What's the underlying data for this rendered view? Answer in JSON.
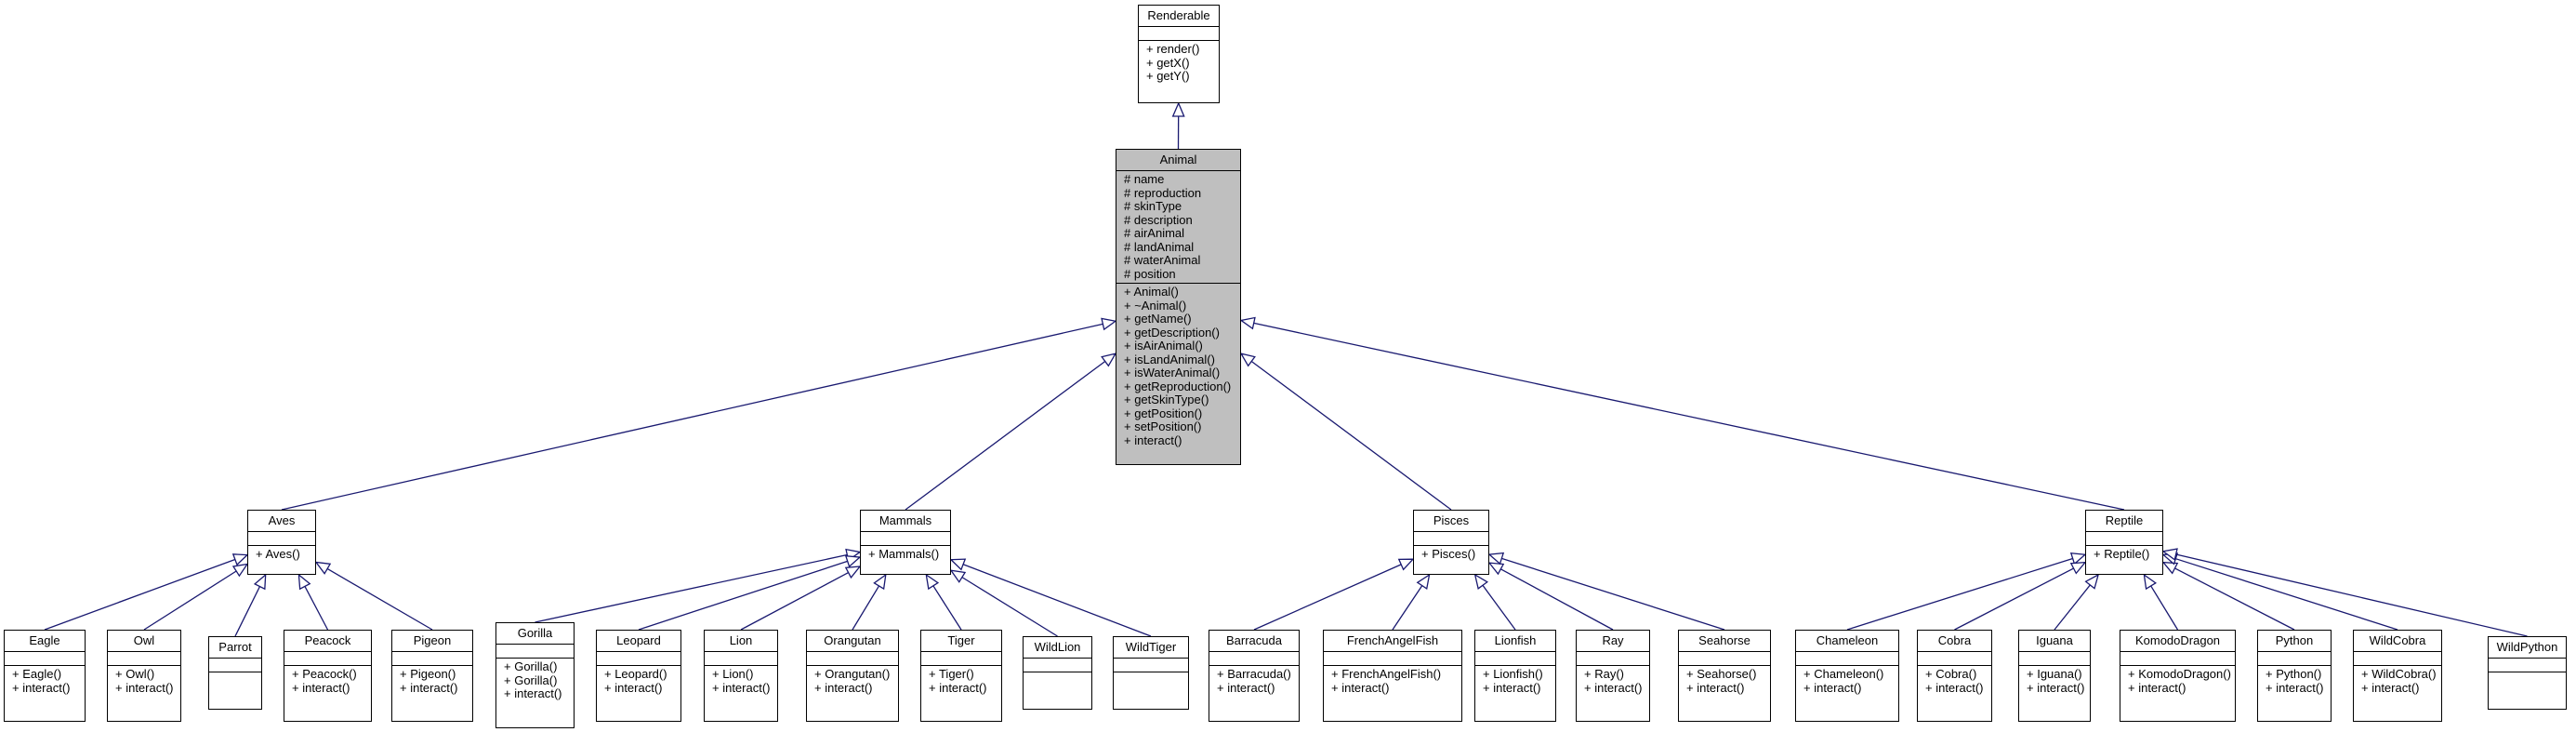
{
  "classes": {
    "renderable": {
      "name": "Renderable",
      "attributes": [],
      "methods": [
        "+ render()",
        "+ getX()",
        "+ getY()"
      ]
    },
    "animal": {
      "name": "Animal",
      "attributes": [
        "# name",
        "# reproduction",
        "# skinType",
        "# description",
        "# airAnimal",
        "# landAnimal",
        "# waterAnimal",
        "# position"
      ],
      "methods": [
        "+ Animal()",
        "+ ~Animal()",
        "+ getName()",
        "+ getDescription()",
        "+ isAirAnimal()",
        "+ isLandAnimal()",
        "+ isWaterAnimal()",
        "+ getReproduction()",
        "+ getSkinType()",
        "+ getPosition()",
        "+ setPosition()",
        "+ interact()"
      ]
    },
    "aves": {
      "name": "Aves",
      "attributes": [],
      "methods": [
        "+ Aves()"
      ]
    },
    "mammals": {
      "name": "Mammals",
      "attributes": [],
      "methods": [
        "+ Mammals()"
      ]
    },
    "pisces": {
      "name": "Pisces",
      "attributes": [],
      "methods": [
        "+ Pisces()"
      ]
    },
    "reptile": {
      "name": "Reptile",
      "attributes": [],
      "methods": [
        "+ Reptile()"
      ]
    },
    "eagle": {
      "name": "Eagle",
      "attributes": [],
      "methods": [
        "+ Eagle()",
        "+ interact()"
      ]
    },
    "owl": {
      "name": "Owl",
      "attributes": [],
      "methods": [
        "+ Owl()",
        "+ interact()"
      ]
    },
    "parrot": {
      "name": "Parrot",
      "attributes": [],
      "methods": []
    },
    "peacock": {
      "name": "Peacock",
      "attributes": [],
      "methods": [
        "+ Peacock()",
        "+ interact()"
      ]
    },
    "pigeon": {
      "name": "Pigeon",
      "attributes": [],
      "methods": [
        "+ Pigeon()",
        "+ interact()"
      ]
    },
    "gorilla": {
      "name": "Gorilla",
      "attributes": [],
      "methods": [
        "+ Gorilla()",
        "+ Gorilla()",
        "+ interact()"
      ]
    },
    "leopard": {
      "name": "Leopard",
      "attributes": [],
      "methods": [
        "+ Leopard()",
        "+ interact()"
      ]
    },
    "lion": {
      "name": "Lion",
      "attributes": [],
      "methods": [
        "+ Lion()",
        "+ interact()"
      ]
    },
    "orangutan": {
      "name": "Orangutan",
      "attributes": [],
      "methods": [
        "+ Orangutan()",
        "+ interact()"
      ]
    },
    "tiger": {
      "name": "Tiger",
      "attributes": [],
      "methods": [
        "+ Tiger()",
        "+ interact()"
      ]
    },
    "wildlion": {
      "name": "WildLion",
      "attributes": [],
      "methods": []
    },
    "wildtiger": {
      "name": "WildTiger",
      "attributes": [],
      "methods": []
    },
    "barracuda": {
      "name": "Barracuda",
      "attributes": [],
      "methods": [
        "+ Barracuda()",
        "+ interact()"
      ]
    },
    "frenchangelfish": {
      "name": "FrenchAngelFish",
      "attributes": [],
      "methods": [
        "+ FrenchAngelFish()",
        "+ interact()"
      ]
    },
    "lionfish": {
      "name": "Lionfish",
      "attributes": [],
      "methods": [
        "+ Lionfish()",
        "+ interact()"
      ]
    },
    "ray": {
      "name": "Ray",
      "attributes": [],
      "methods": [
        "+ Ray()",
        "+ interact()"
      ]
    },
    "seahorse": {
      "name": "Seahorse",
      "attributes": [],
      "methods": [
        "+ Seahorse()",
        "+ interact()"
      ]
    },
    "chameleon": {
      "name": "Chameleon",
      "attributes": [],
      "methods": [
        "+ Chameleon()",
        "+ interact()"
      ]
    },
    "cobra": {
      "name": "Cobra",
      "attributes": [],
      "methods": [
        "+ Cobra()",
        "+ interact()"
      ]
    },
    "iguana": {
      "name": "Iguana",
      "attributes": [],
      "methods": [
        "+ Iguana()",
        "+ interact()"
      ]
    },
    "komododragon": {
      "name": "KomodoDragon",
      "attributes": [],
      "methods": [
        "+ KomodoDragon()",
        "+ interact()"
      ]
    },
    "python": {
      "name": "Python",
      "attributes": [],
      "methods": [
        "+ Python()",
        "+ interact()"
      ]
    },
    "wildcobra": {
      "name": "WildCobra",
      "attributes": [],
      "methods": [
        "+ WildCobra()",
        "+ interact()"
      ]
    },
    "wildpython": {
      "name": "WildPython",
      "attributes": [],
      "methods": []
    }
  },
  "inheritance": [
    [
      "animal",
      "renderable"
    ],
    [
      "aves",
      "animal"
    ],
    [
      "mammals",
      "animal"
    ],
    [
      "pisces",
      "animal"
    ],
    [
      "reptile",
      "animal"
    ],
    [
      "eagle",
      "aves"
    ],
    [
      "owl",
      "aves"
    ],
    [
      "parrot",
      "aves"
    ],
    [
      "peacock",
      "aves"
    ],
    [
      "pigeon",
      "aves"
    ],
    [
      "gorilla",
      "mammals"
    ],
    [
      "leopard",
      "mammals"
    ],
    [
      "lion",
      "mammals"
    ],
    [
      "orangutan",
      "mammals"
    ],
    [
      "tiger",
      "mammals"
    ],
    [
      "wildlion",
      "mammals"
    ],
    [
      "wildtiger",
      "mammals"
    ],
    [
      "barracuda",
      "pisces"
    ],
    [
      "frenchangelfish",
      "pisces"
    ],
    [
      "lionfish",
      "pisces"
    ],
    [
      "ray",
      "pisces"
    ],
    [
      "seahorse",
      "pisces"
    ],
    [
      "chameleon",
      "reptile"
    ],
    [
      "cobra",
      "reptile"
    ],
    [
      "iguana",
      "reptile"
    ],
    [
      "komododragon",
      "reptile"
    ],
    [
      "python",
      "reptile"
    ],
    [
      "wildcobra",
      "reptile"
    ],
    [
      "wildpython",
      "reptile"
    ]
  ],
  "colors": {
    "edge": "#191970",
    "highlight": "#bfbfbf",
    "border": "#000000"
  }
}
